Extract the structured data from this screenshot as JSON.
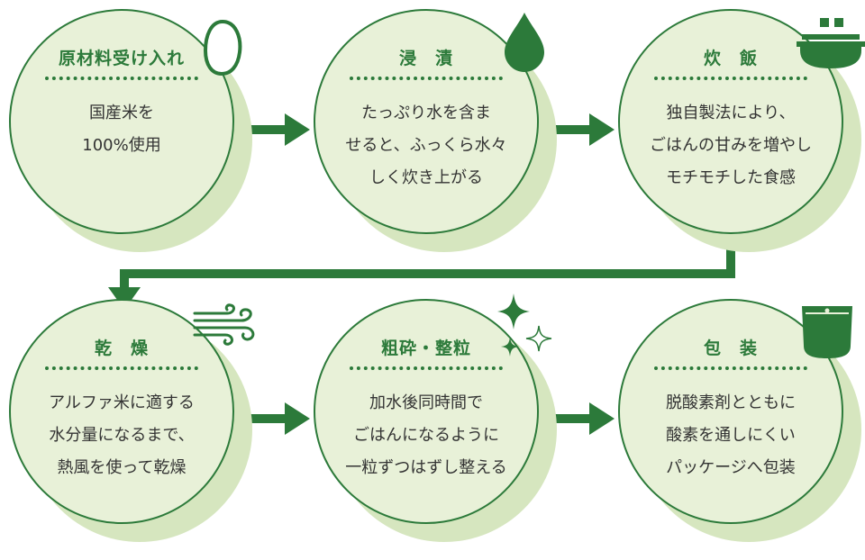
{
  "steps": [
    {
      "title": "原材料受け入れ",
      "text": "国産米を\n100%使用",
      "icon": "rice-grain-icon"
    },
    {
      "title": "浸　漬",
      "text": "たっぷり水を含ま\nせると、ふっくら水々\nしく炊き上がる",
      "icon": "water-drop-icon"
    },
    {
      "title": "炊　飯",
      "text": "独自製法により、\nごはんの甘みを増やし\nモチモチした食感",
      "icon": "rice-cooker-icon"
    },
    {
      "title": "乾　燥",
      "text": "アルファ米に適する\n水分量になるまで、\n熱風を使って乾燥",
      "icon": "wind-icon"
    },
    {
      "title": "粗砕・整粒",
      "text": "加水後同時間で\nごはんになるように\n一粒ずつはずし整える",
      "icon": "sparkle-icon"
    },
    {
      "title": "包　装",
      "text": "脱酸素剤とともに\n酸素を通しにくい\nパッケージへ包装",
      "icon": "package-bag-icon"
    }
  ],
  "colors": {
    "accent": "#2c7a3a",
    "circle_fill": "#e8f1d8",
    "circle_shadow": "#d6e6bf",
    "text": "#333333"
  }
}
